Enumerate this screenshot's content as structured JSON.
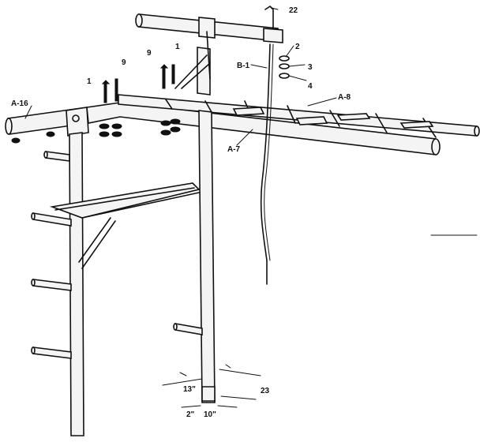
{
  "diagram": {
    "labels": {
      "a16": "A-16",
      "a8": "A-8",
      "a7": "A-7",
      "b1": "B-1",
      "p22": "22",
      "p23": "23",
      "p2": "2",
      "p3": "3",
      "p4": "4",
      "p1_left": "1",
      "p1_right": "1",
      "p9_left": "9",
      "p9_right": "9",
      "dim13": "13\"",
      "dim2": "2\"",
      "dim10": "10\""
    }
  }
}
